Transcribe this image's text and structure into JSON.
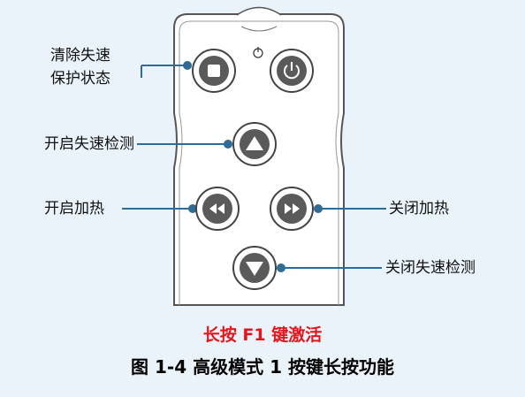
{
  "labels": {
    "clear_stall_line1": "清除失速",
    "clear_stall_line2": "保护状态",
    "enable_stall_detect": "开启失速检测",
    "enable_heating": "开启加热",
    "disable_heating": "关闭加热",
    "disable_stall_detect": "关闭失速检测"
  },
  "caption": {
    "highlight": "长按 F1 键激活",
    "figure": "图 1-4 高级模式 1 按键长按功能"
  },
  "colors": {
    "background": "#eaf3f9",
    "leader_line": "#2e6b96",
    "highlight_text": "#e8141b",
    "button_fill": "#5a5a5a",
    "remote_body": "#ffffff"
  },
  "icons": [
    "stop-square-icon",
    "power-icon",
    "triangle-up-icon",
    "rewind-icon",
    "fast-forward-icon",
    "triangle-down-icon",
    "power-indicator-icon"
  ]
}
